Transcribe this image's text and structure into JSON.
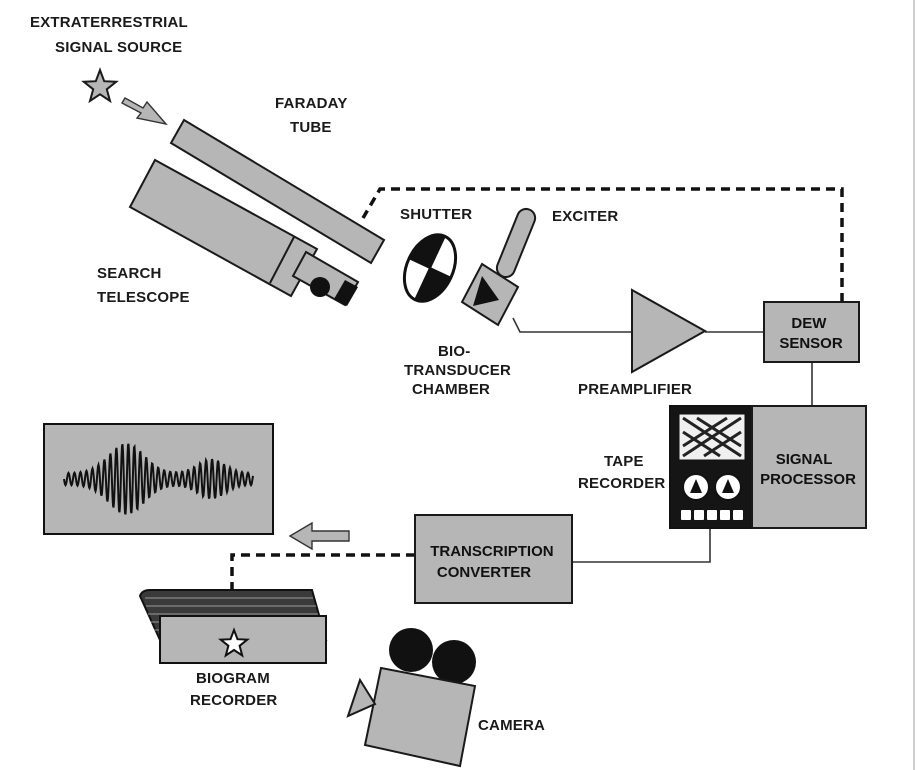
{
  "labels": {
    "source_line1": "EXTRATERRESTRIAL",
    "source_line2": "SIGNAL SOURCE",
    "faraday_line1": "FARADAY",
    "faraday_line2": "TUBE",
    "telescope_line1": "SEARCH",
    "telescope_line2": "TELESCOPE",
    "shutter": "SHUTTER",
    "exciter": "EXCITER",
    "bio_line1": "BIO-",
    "bio_line2": "TRANSDUCER",
    "bio_line3": "CHAMBER",
    "preamplifier": "PREAMPLIFIER",
    "dew_line1": "DEW",
    "dew_line2": "SENSOR",
    "tape_line1": "TAPE",
    "tape_line2": "RECORDER",
    "signal_line1": "SIGNAL",
    "signal_line2": "PROCESSOR",
    "transcription_line1": "TRANSCRIPTION",
    "transcription_line2": "CONVERTER",
    "biogram_line1": "BIOGRAM",
    "biogram_line2": "RECORDER",
    "camera": "CAMERA"
  },
  "icons": {
    "source": "star-icon",
    "flow_arrow": "arrow-icon",
    "reel": "tape-reel-icon",
    "camera": "film-camera-icon"
  },
  "colors": {
    "component_fill": "#b6b6b6",
    "outline": "#1a1a1a",
    "background": "#ffffff"
  }
}
